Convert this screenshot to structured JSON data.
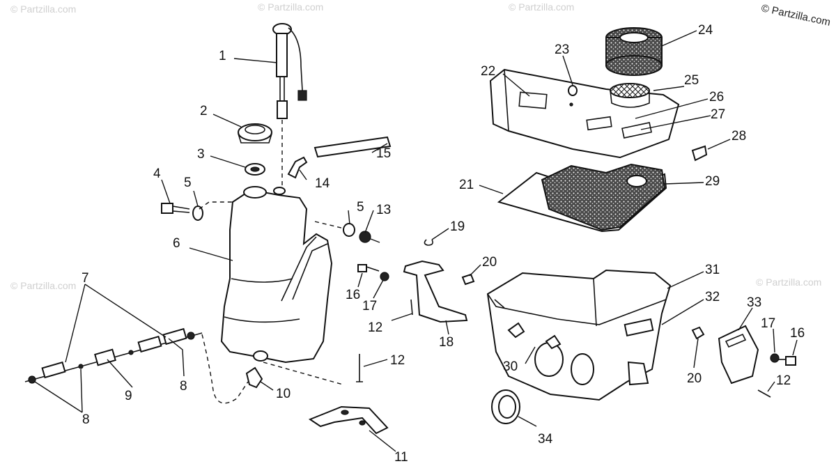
{
  "copyright": "© Partzilla.com",
  "watermark": "© Partzilla.com",
  "callouts": [
    "1",
    "2",
    "3",
    "4",
    "5",
    "5",
    "6",
    "7",
    "8",
    "8",
    "9",
    "10",
    "11",
    "12",
    "12",
    "12",
    "13",
    "14",
    "15",
    "16",
    "16",
    "17",
    "17",
    "18",
    "19",
    "20",
    "20",
    "21",
    "22",
    "23",
    "24",
    "25",
    "26",
    "27",
    "28",
    "29",
    "30",
    "31",
    "32",
    "33",
    "34"
  ]
}
